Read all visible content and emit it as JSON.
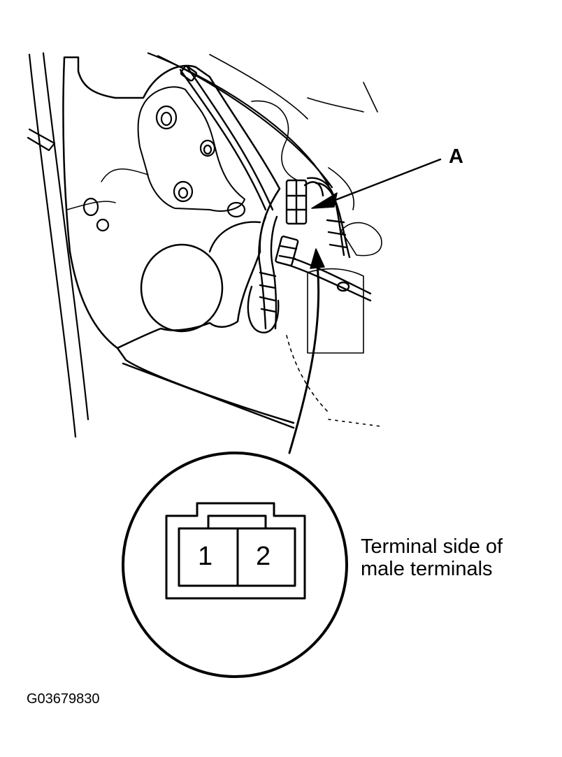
{
  "callout": {
    "letter": "A"
  },
  "inset": {
    "caption_line1": "Terminal side of",
    "caption_line2": "male terminals",
    "pin_1": "1",
    "pin_2": "2"
  },
  "figure_id": "G03679830",
  "colors": {
    "ink": "#000000",
    "paper": "#ffffff"
  }
}
